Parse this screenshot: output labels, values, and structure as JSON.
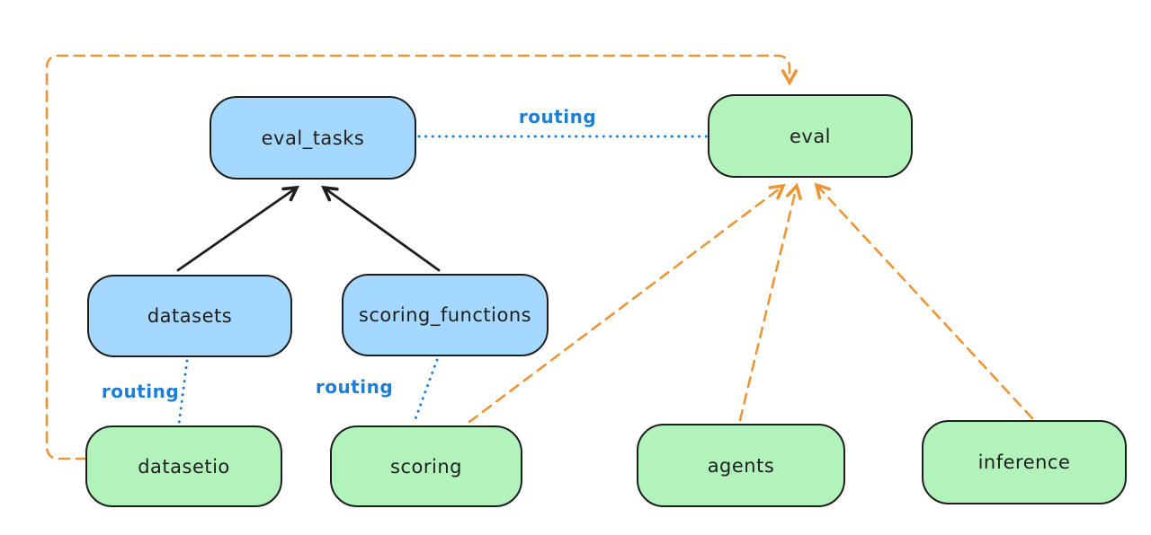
{
  "diagram": {
    "nodes": [
      {
        "id": "eval_tasks",
        "label": "eval_tasks",
        "fill": "blue"
      },
      {
        "id": "eval",
        "label": "eval",
        "fill": "green"
      },
      {
        "id": "datasets",
        "label": "datasets",
        "fill": "blue"
      },
      {
        "id": "scoring_functions",
        "label": "scoring_functions",
        "fill": "blue"
      },
      {
        "id": "datasetio",
        "label": "datasetio",
        "fill": "green"
      },
      {
        "id": "scoring",
        "label": "scoring",
        "fill": "green"
      },
      {
        "id": "agents",
        "label": "agents",
        "fill": "green"
      },
      {
        "id": "inference",
        "label": "inference",
        "fill": "green"
      }
    ],
    "edge_labels": {
      "routing_top": "routing",
      "routing_datasets": "routing",
      "routing_scoring": "routing"
    },
    "edges": [
      {
        "from": "datasets",
        "to": "eval_tasks",
        "style": "solid-black-arrow"
      },
      {
        "from": "scoring_functions",
        "to": "eval_tasks",
        "style": "solid-black-arrow"
      },
      {
        "from": "eval_tasks",
        "to": "eval",
        "style": "blue-dotted",
        "label": "routing"
      },
      {
        "from": "datasets",
        "to": "datasetio",
        "style": "blue-dotted",
        "label": "routing"
      },
      {
        "from": "scoring_functions",
        "to": "scoring",
        "style": "blue-dotted",
        "label": "routing"
      },
      {
        "from": "datasetio",
        "to": "eval",
        "style": "orange-dashed-arrow"
      },
      {
        "from": "scoring",
        "to": "eval",
        "style": "orange-dashed-arrow"
      },
      {
        "from": "agents",
        "to": "eval",
        "style": "orange-dashed-arrow"
      },
      {
        "from": "inference",
        "to": "eval",
        "style": "orange-dashed-arrow"
      }
    ],
    "colors": {
      "blue_fill": "#a5d8ff",
      "green_fill": "#b2f2bb",
      "stroke": "#1e1e1e",
      "orange": "#ec9536",
      "routing_blue": "#1c7ed6",
      "background": "#ffffff"
    }
  }
}
